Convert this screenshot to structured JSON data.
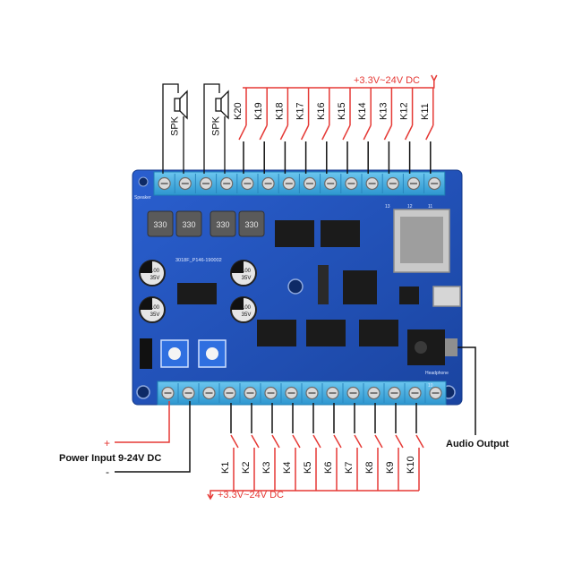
{
  "top_supply_label": "+3.3V~24V DC",
  "bottom_supply_label": "+3.3V~24V DC",
  "speaker_labels": [
    "SPK",
    "SPK"
  ],
  "top_keys": [
    "K20",
    "K19",
    "K18",
    "K17",
    "K16",
    "K15",
    "K14",
    "K13",
    "K12",
    "K11"
  ],
  "bottom_keys": [
    "K1",
    "K2",
    "K3",
    "K4",
    "K5",
    "K6",
    "K7",
    "K8",
    "K9",
    "K10"
  ],
  "power": {
    "label": "Power Input 9-24V DC",
    "plus": "+",
    "minus": "-"
  },
  "audio_output_label": "Audio Output",
  "board": {
    "inductor_marks": [
      "330",
      "330",
      "330",
      "330"
    ],
    "cap_marks": [
      "100 35V",
      "100 35V",
      "100 35V",
      "100 35V"
    ],
    "silk_part": "3018F_P146-190002",
    "headphone_text": "Headphone",
    "speaker_text": "Speaker",
    "top_terminal_numbers": [
      "13",
      "12",
      "11"
    ],
    "bottom_terminal_number": "10"
  },
  "colors": {
    "board": "#1f4fb4",
    "terminal": "#4ab3e6",
    "wire_red": "#e53935",
    "wire_black": "#111111"
  }
}
